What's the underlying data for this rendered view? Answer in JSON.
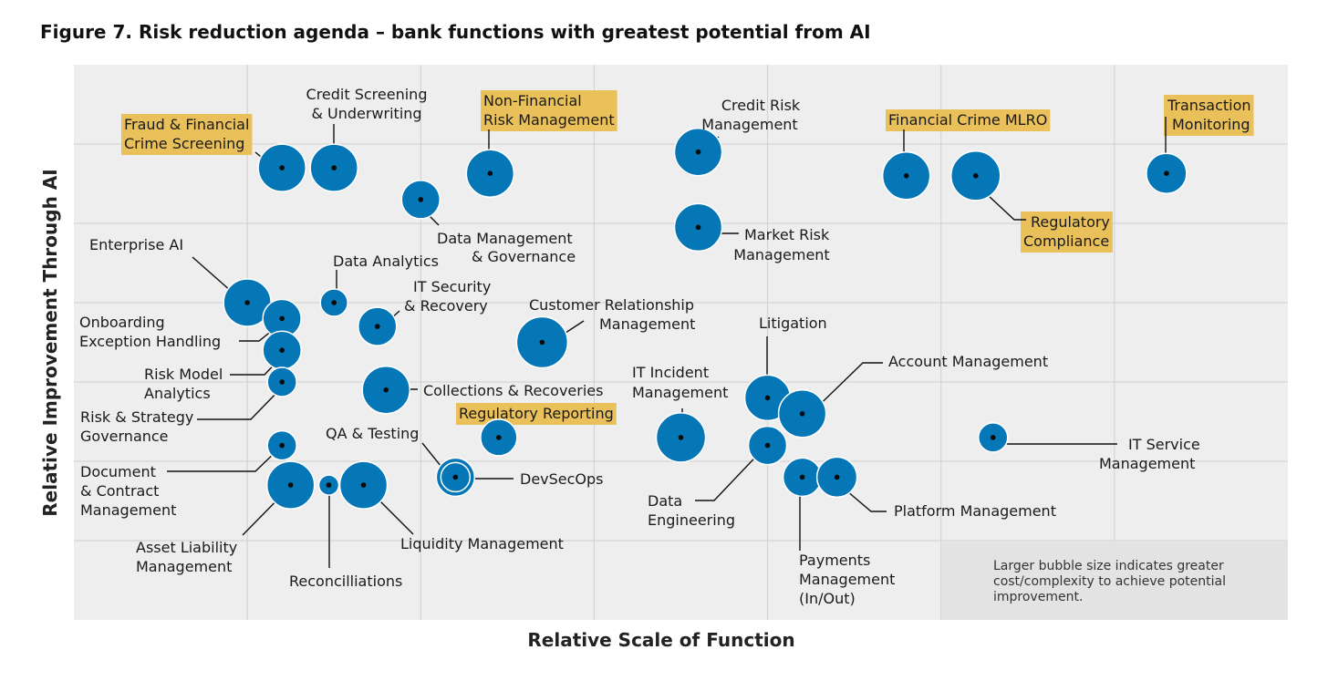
{
  "chart_data": {
    "type": "scatter",
    "title": "Figure 7. Risk reduction agenda – bank functions with greatest potential from AI",
    "xlabel": "Relative Scale of Function",
    "ylabel": "Relative Improvement Through AI",
    "xlim": [
      0,
      7
    ],
    "ylim": [
      0,
      7
    ],
    "grid": true,
    "note": [
      "Larger bubble size indicates greater",
      "cost/complexity to achieve potential",
      "improvement."
    ],
    "colors": {
      "bubble": "#0576b6",
      "highlight": "#e9c05a",
      "grid": "#cfcfcf",
      "background": "#eeeeee",
      "note_box": "#e3e3e3"
    },
    "points": [
      {
        "label": [
          "Fraud & Financial",
          "Crime Screening"
        ],
        "x": 1.2,
        "y": 5.7,
        "size": 26,
        "highlight": true
      },
      {
        "label": [
          "Credit Screening",
          "& Underwriting"
        ],
        "x": 1.5,
        "y": 5.7,
        "size": 26,
        "highlight": false
      },
      {
        "label": [
          "Non-Financial",
          "Risk Management"
        ],
        "x": 2.4,
        "y": 5.63,
        "size": 26,
        "highlight": true
      },
      {
        "label": [
          "Data Management",
          "& Governance"
        ],
        "x": 2.0,
        "y": 5.3,
        "size": 21,
        "highlight": false
      },
      {
        "label": [
          "Credit Risk",
          "Management"
        ],
        "x": 3.6,
        "y": 5.9,
        "size": 26,
        "highlight": false
      },
      {
        "label": [
          "Market Risk",
          "Management"
        ],
        "x": 3.6,
        "y": 4.95,
        "size": 26,
        "highlight": false
      },
      {
        "label": [
          "Financial Crime MLRO"
        ],
        "x": 4.8,
        "y": 5.6,
        "size": 26,
        "highlight": true
      },
      {
        "label": [
          "Regulatory",
          "Compliance"
        ],
        "x": 5.2,
        "y": 5.6,
        "size": 27,
        "highlight": true
      },
      {
        "label": [
          "Transaction",
          "Monitoring"
        ],
        "x": 6.3,
        "y": 5.63,
        "size": 22,
        "highlight": true
      },
      {
        "label": [
          "Enterprise AI"
        ],
        "x": 1.0,
        "y": 4.0,
        "size": 26,
        "highlight": false
      },
      {
        "label": [
          "Onboarding",
          "Exception Handling"
        ],
        "x": 1.2,
        "y": 3.8,
        "size": 21,
        "highlight": false
      },
      {
        "label": [
          "Risk Model",
          "Analytics"
        ],
        "x": 1.2,
        "y": 3.4,
        "size": 21,
        "highlight": false
      },
      {
        "label": [
          "Risk & Strategy",
          "Governance"
        ],
        "x": 1.2,
        "y": 3.0,
        "size": 16,
        "highlight": false
      },
      {
        "label": [
          "Data Analytics"
        ],
        "x": 1.5,
        "y": 4.0,
        "size": 15,
        "highlight": false
      },
      {
        "label": [
          "IT Security",
          "& Recovery"
        ],
        "x": 1.75,
        "y": 3.7,
        "size": 21,
        "highlight": false
      },
      {
        "label": [
          "Customer Relationship",
          "Management"
        ],
        "x": 2.7,
        "y": 3.5,
        "size": 28,
        "highlight": false
      },
      {
        "label": [
          "Collections & Recoveries"
        ],
        "x": 1.8,
        "y": 2.9,
        "size": 26,
        "highlight": false
      },
      {
        "label": [
          "Regulatory Reporting"
        ],
        "x": 2.45,
        "y": 2.3,
        "size": 20,
        "highlight": true
      },
      {
        "label": [
          "QA & Testing",
          "DevSecOps"
        ],
        "x": 2.2,
        "y": 1.8,
        "size": 21,
        "highlight": false
      },
      {
        "label": [
          "Document",
          "& Contract",
          "Management"
        ],
        "x": 1.2,
        "y": 2.2,
        "size": 16,
        "highlight": false
      },
      {
        "label": [
          "Asset Liability",
          "Management"
        ],
        "x": 1.25,
        "y": 1.7,
        "size": 26,
        "highlight": false
      },
      {
        "label": [
          "Reconcilliations"
        ],
        "x": 1.47,
        "y": 1.7,
        "size": 11,
        "highlight": false
      },
      {
        "label": [
          "Liquidity Management"
        ],
        "x": 1.67,
        "y": 1.7,
        "size": 26,
        "highlight": false
      },
      {
        "label": [
          "IT Incident",
          "Management"
        ],
        "x": 3.5,
        "y": 2.3,
        "size": 27,
        "highlight": false
      },
      {
        "label": [
          "Litigation"
        ],
        "x": 4.0,
        "y": 2.8,
        "size": 25,
        "highlight": false
      },
      {
        "label": [
          "Account Management"
        ],
        "x": 4.2,
        "y": 2.6,
        "size": 26,
        "highlight": false
      },
      {
        "label": [
          "Data",
          "Engineering"
        ],
        "x": 4.0,
        "y": 2.2,
        "size": 21,
        "highlight": false
      },
      {
        "label": [
          "Payments",
          "Management",
          "(In/Out)"
        ],
        "x": 4.2,
        "y": 1.8,
        "size": 21,
        "highlight": false
      },
      {
        "label": [
          "Platform Management"
        ],
        "x": 4.4,
        "y": 1.8,
        "size": 22,
        "highlight": false
      },
      {
        "label": [
          "IT Service",
          "Management"
        ],
        "x": 5.3,
        "y": 2.3,
        "size": 16,
        "highlight": false
      }
    ]
  }
}
